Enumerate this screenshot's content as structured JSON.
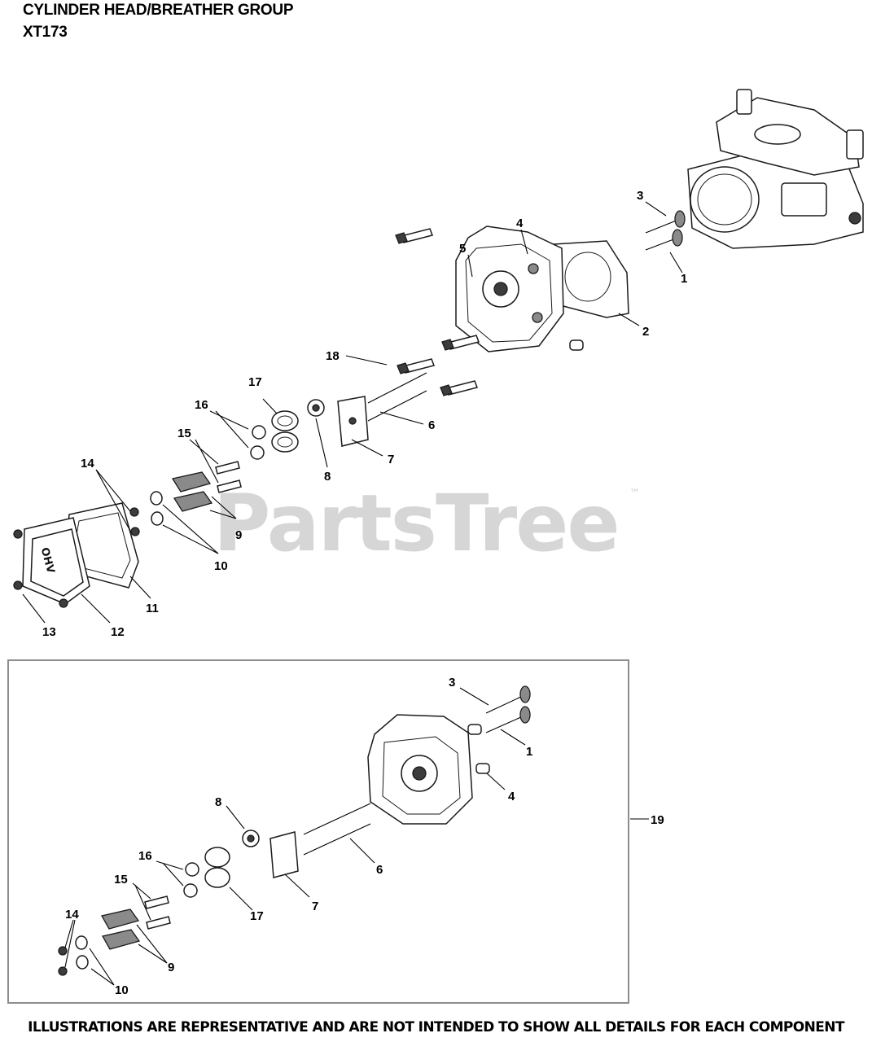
{
  "header": {
    "title": "CYLINDER HEAD/BREATHER GROUP",
    "model": "XT173"
  },
  "watermark": {
    "brand": "PartsTree",
    "trademark": "™"
  },
  "callouts_main": [
    "1",
    "2",
    "3",
    "4",
    "5",
    "6",
    "7",
    "8",
    "9",
    "10",
    "11",
    "12",
    "13",
    "14",
    "15",
    "16",
    "17",
    "18"
  ],
  "callouts_kit": [
    "1",
    "3",
    "4",
    "6",
    "7",
    "8",
    "9",
    "10",
    "14",
    "15",
    "16",
    "17"
  ],
  "kit_callout": "19",
  "footer": {
    "disclaimer": "ILLUSTRATIONS ARE REPRESENTATIVE AND ARE NOT INTENDED TO SHOW ALL DETAILS FOR EACH COMPONENT"
  }
}
